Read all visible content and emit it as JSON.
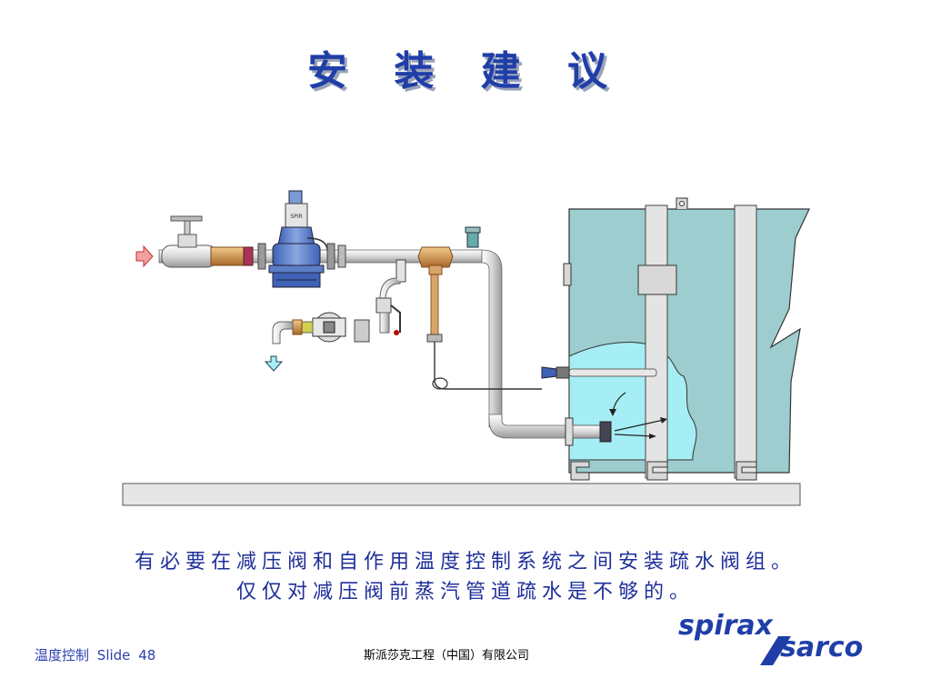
{
  "slide": {
    "title": "安 装 建 议",
    "caption_line1": "有必要在减压阀和自作用温度控制系统之间安装疏水阀组。",
    "caption_line2": "仅仅对减压阀前蒸汽管道疏水是不够的。"
  },
  "footer": {
    "section": "温度控制",
    "slide_word": "Slide",
    "slide_number": "48",
    "company": "斯派莎克工程（中国）有限公司"
  },
  "logo": {
    "line1": "spirax",
    "line2": "sarco"
  },
  "colors": {
    "title": "#1f3ea8",
    "caption": "#1f2f9a",
    "tank": "#9dcdcf",
    "water": "#a6eef5",
    "valve_blue": "#5b7ec8",
    "pipe": "#e8e8e8"
  }
}
